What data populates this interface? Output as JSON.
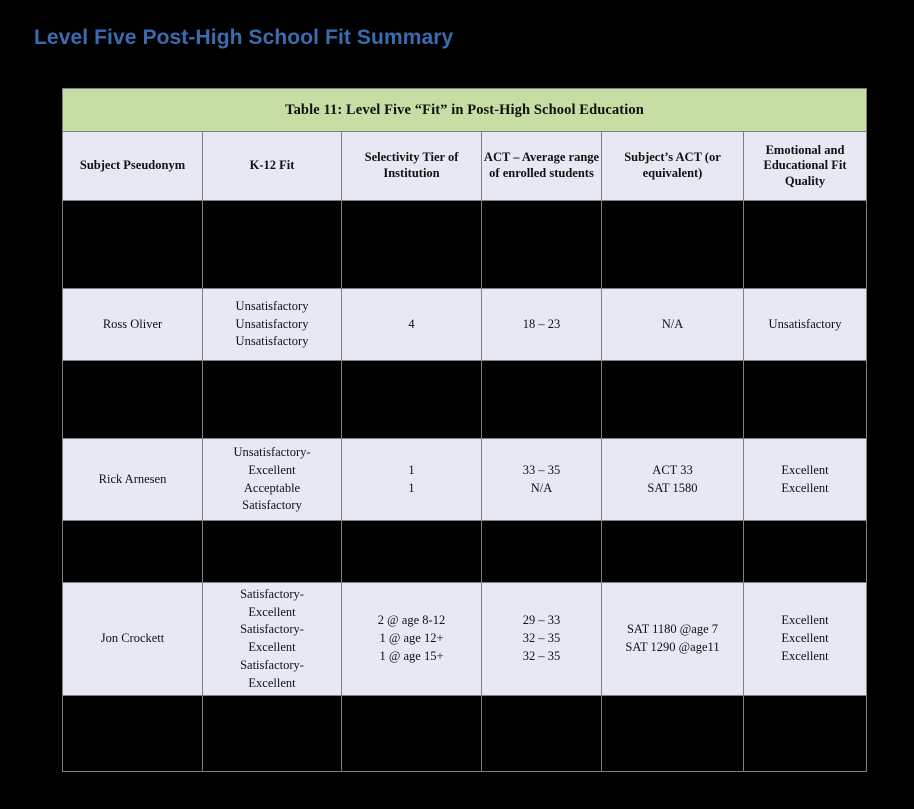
{
  "page": {
    "title": "Level Five Post-High School Fit Summary",
    "title_color": "#3B6CB0",
    "background_color": "#000000"
  },
  "table": {
    "banner": "Table 11: Level Five “Fit” in Post-High School Education",
    "banner_color": "#C6DDA3",
    "cell_color": "#E6E8F3",
    "border_color": "#808080",
    "columns": [
      "Subject Pseudonym",
      "K-12 Fit",
      "Selectivity Tier of Institution",
      "ACT – Average range of enrolled students",
      "Subject’s ACT (or equivalent)",
      "Emotional and Educational Fit Quality"
    ],
    "rows": [
      {
        "type": "spacer",
        "cells": [
          "",
          "",
          "",
          "",
          "",
          ""
        ]
      },
      {
        "type": "data",
        "subject": "Ross Oliver",
        "k12_fit": [
          "Unsatisfactory",
          "Unsatisfactory",
          "Unsatisfactory"
        ],
        "selectivity_tier": [
          "4"
        ],
        "act_range": [
          "18 – 23"
        ],
        "subject_act": [
          "N/A"
        ],
        "fit_quality": [
          "Unsatisfactory"
        ]
      },
      {
        "type": "spacer",
        "cells": [
          "",
          "",
          "",
          "",
          "",
          ""
        ]
      },
      {
        "type": "data",
        "subject": "Rick Arnesen",
        "k12_fit": [
          "Unsatisfactory-",
          "Excellent",
          "Acceptable",
          "Satisfactory"
        ],
        "selectivity_tier": [
          "1",
          "1"
        ],
        "act_range": [
          "33 – 35",
          "N/A"
        ],
        "subject_act": [
          "ACT 33",
          "SAT 1580"
        ],
        "fit_quality": [
          "Excellent",
          "Excellent"
        ]
      },
      {
        "type": "spacer",
        "cells": [
          "",
          "",
          "",
          "",
          "",
          ""
        ]
      },
      {
        "type": "data",
        "subject": "Jon Crockett",
        "k12_fit": [
          "Satisfactory-",
          "Excellent",
          "Satisfactory-",
          "Excellent",
          "Satisfactory-",
          "Excellent"
        ],
        "selectivity_tier": [
          "2 @ age 8-12",
          "1 @ age 12+",
          "1 @ age 15+"
        ],
        "act_range": [
          "29 – 33",
          "32 – 35",
          "32 – 35"
        ],
        "subject_act": [
          "SAT 1180 @age 7",
          "SAT  1290 @age11"
        ],
        "fit_quality": [
          "Excellent",
          "Excellent",
          "Excellent"
        ]
      },
      {
        "type": "spacer",
        "cells": [
          "",
          "",
          "",
          "",
          "",
          ""
        ]
      }
    ]
  }
}
